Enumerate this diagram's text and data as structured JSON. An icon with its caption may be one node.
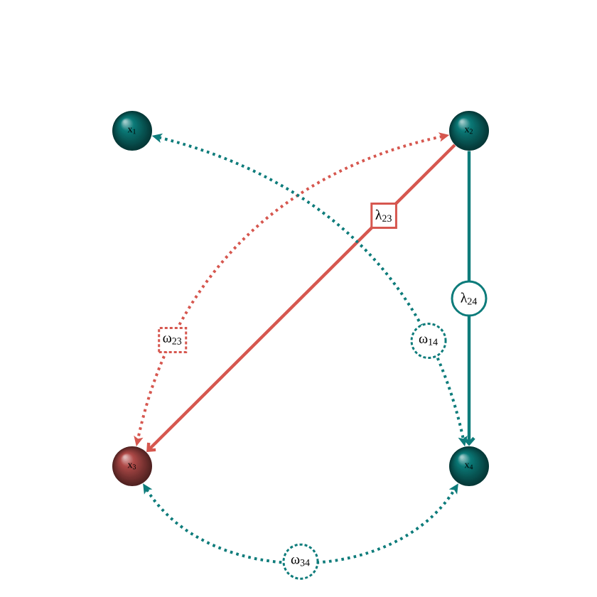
{
  "diagram": {
    "nodes": [
      {
        "text": [
          "x$_{1}$"
        ]
      },
      {
        "text": [
          "x$_{2}$"
        ]
      },
      {
        "text": [
          "x$_{3}$"
        ]
      },
      {
        "text": [
          "x$_{4}$"
        ]
      }
    ],
    "edges": [
      {
        "from": 1,
        "to": 2,
        "arrow": "to",
        "label": "λ$_{23}$",
        "color": "#d6574f"
      },
      {
        "from": 1,
        "to": 2,
        "arrow": "both",
        "label": "ω$_{23}$",
        "style": "dashed",
        "color": "#d6574f"
      },
      {
        "from": 0,
        "to": 3,
        "arrow": "both",
        "label": "ω$_{14}$",
        "style": "dashed"
      },
      {
        "from": 1,
        "to": 3,
        "arrow": "to",
        "label": "λ$_{24}$"
      },
      {
        "from": 2,
        "to": 3,
        "arrow": "both",
        "label": "ω$_{34}$",
        "style": "dashed"
      }
    ]
  }
}
